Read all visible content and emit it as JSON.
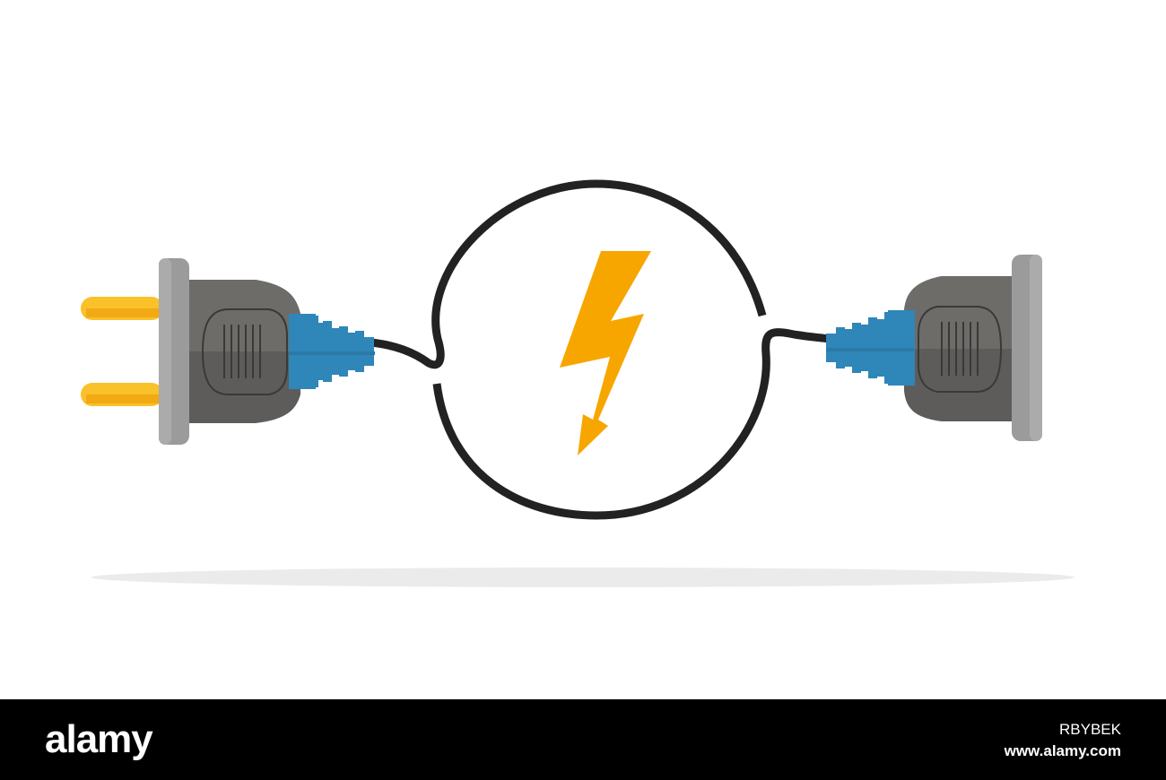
{
  "watermark": {
    "brand": "alamy",
    "image_id": "RBYBEK",
    "url": "www.alamy.com"
  },
  "colors": {
    "prong": "#F9C12A",
    "plug_body": "#5E5C5A",
    "plug_face": "#9B9B9B",
    "cable_boot": "#2F86B8",
    "cable": "#222222",
    "bolt": "#F7A600",
    "shadow": "#EBEBEB",
    "footer": "#000000"
  },
  "illustration": {
    "left_object": "plug-icon",
    "right_object": "socket-icon",
    "center_symbol": "lightning-bolt-icon",
    "loop": "cable-loop"
  }
}
